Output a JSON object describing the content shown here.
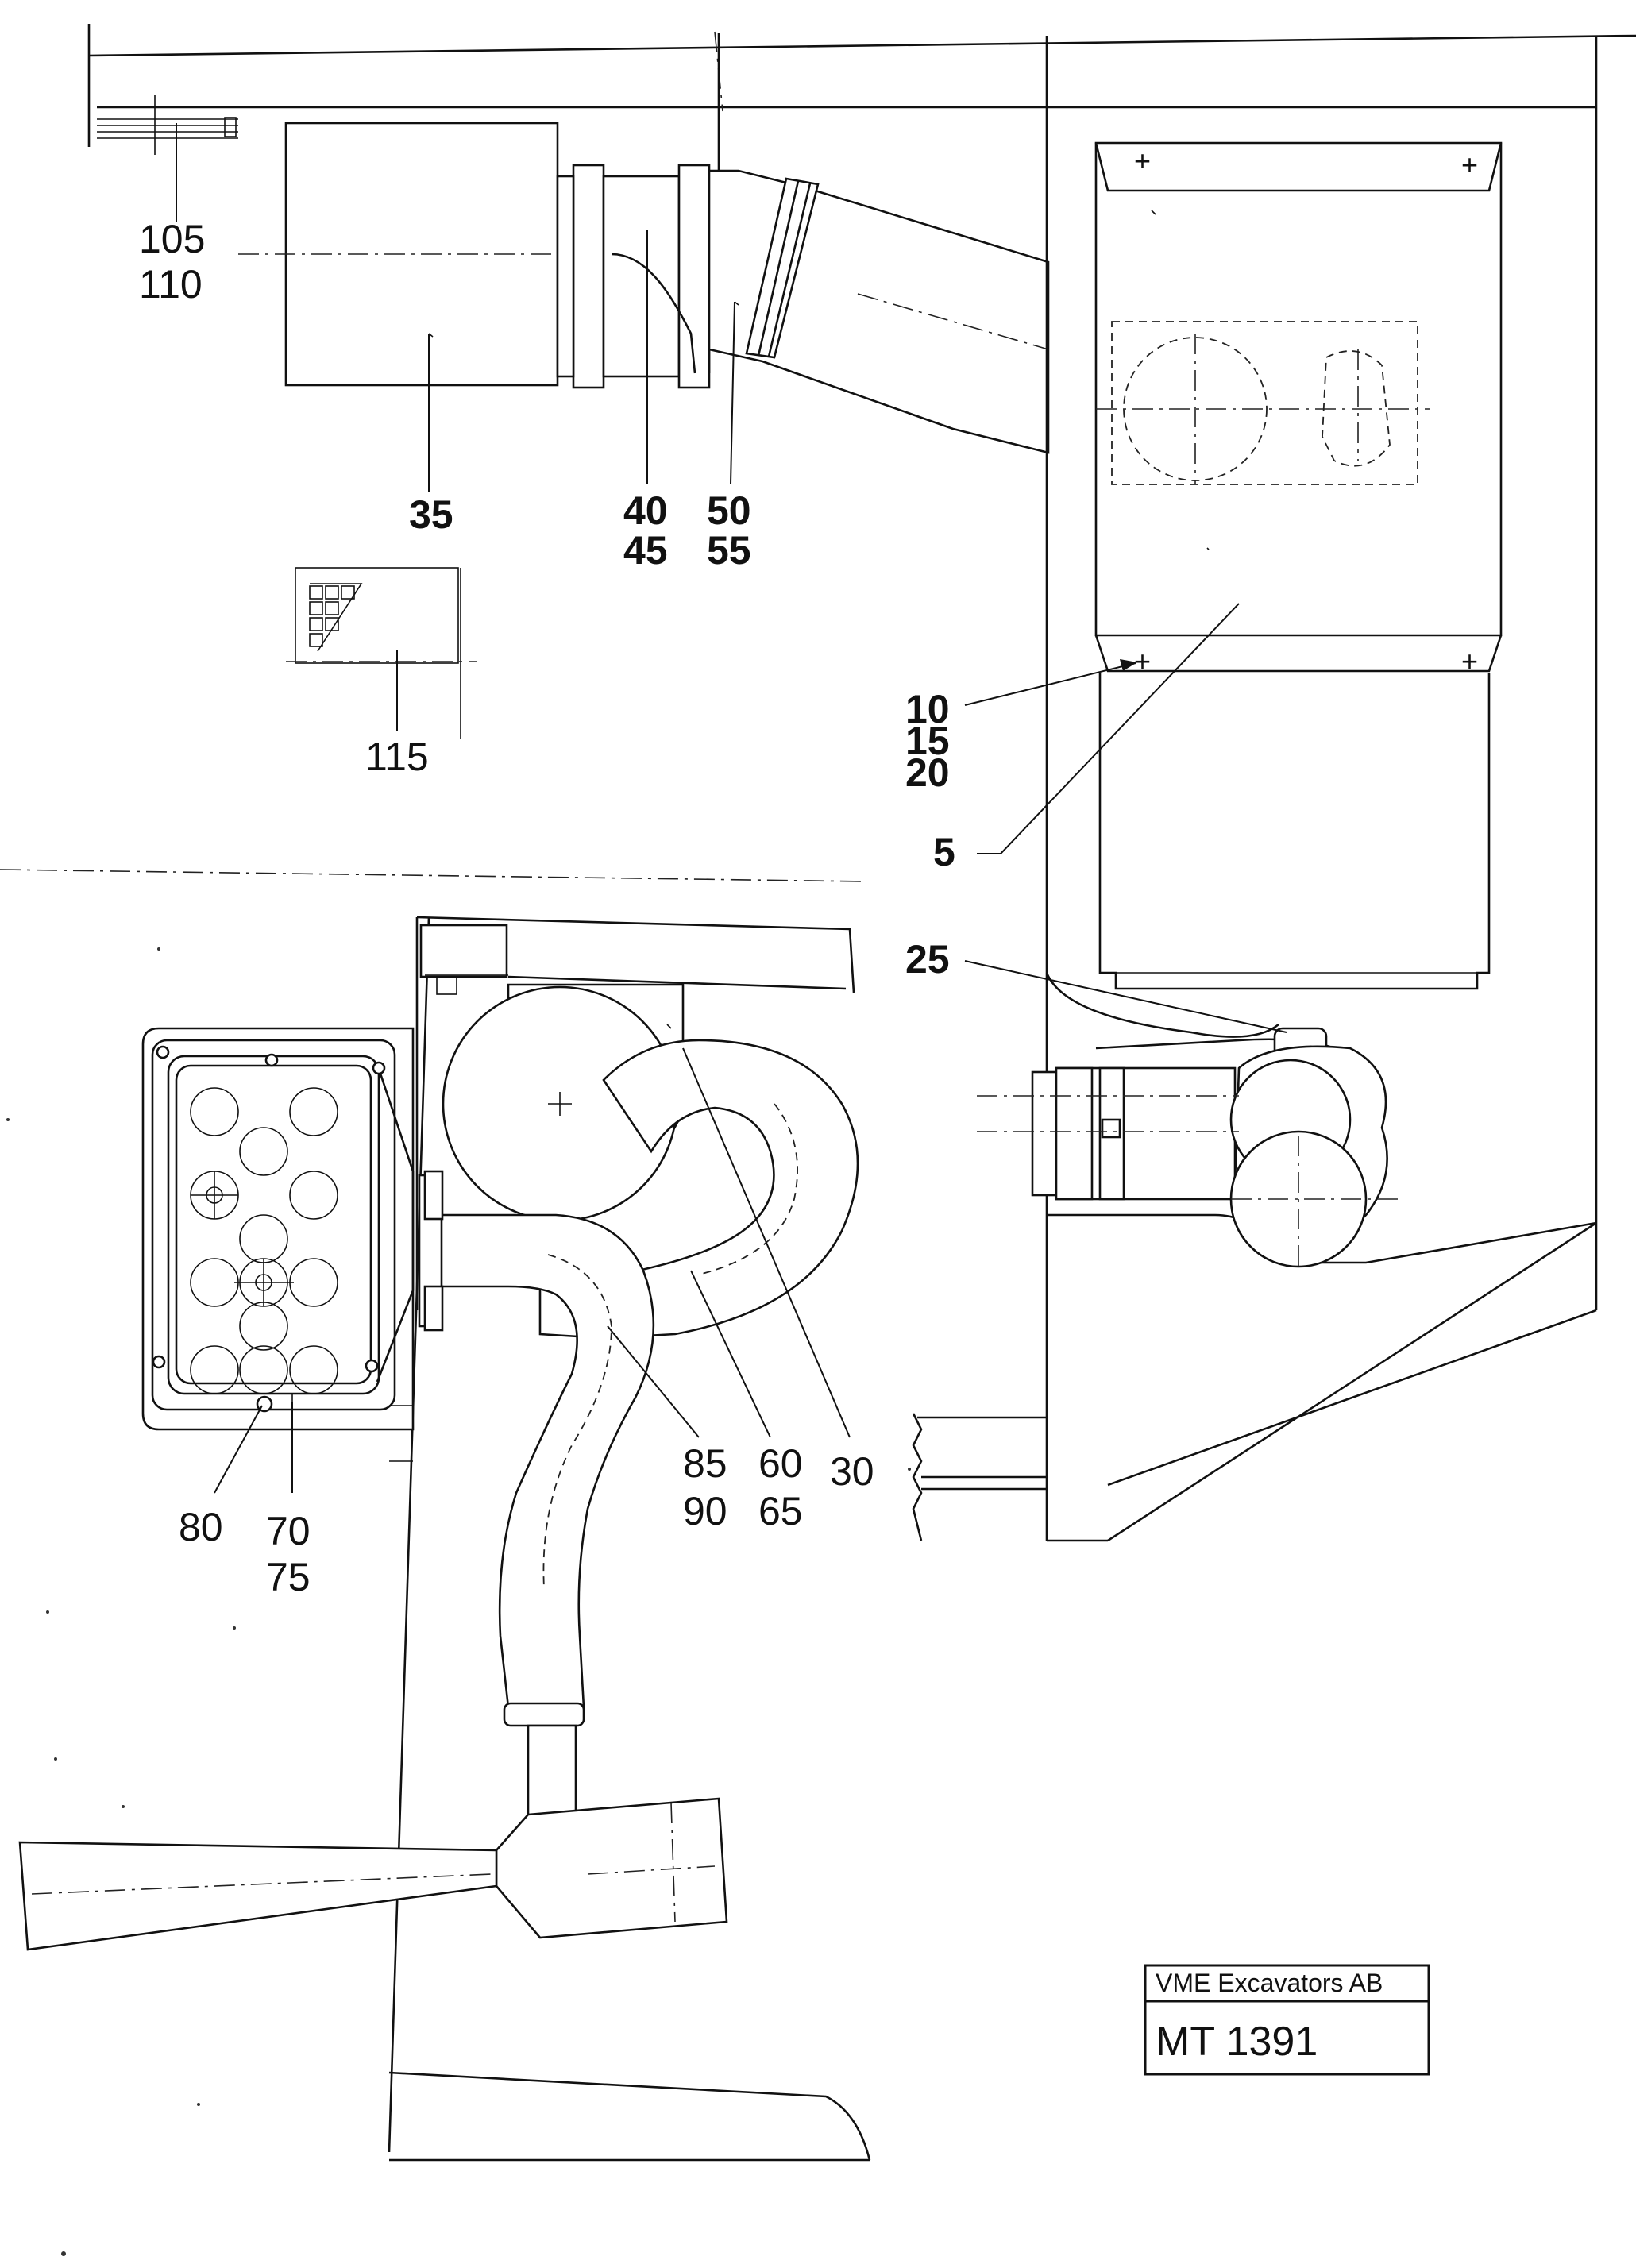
{
  "callouts": {
    "c105": "105",
    "c110": "110",
    "c35": "35",
    "c40": "40",
    "c45": "45",
    "c50": "50",
    "c55": "55",
    "c115": "115",
    "c10": "10",
    "c15": "15",
    "c20": "20",
    "c5": "5",
    "c25": "25",
    "c85": "85",
    "c90": "90",
    "c60": "60",
    "c65": "65",
    "c30": "30",
    "c80": "80",
    "c70": "70",
    "c75": "75"
  },
  "title_block": {
    "company": "VME Excavators AB",
    "drawing_number": "MT 1391"
  }
}
